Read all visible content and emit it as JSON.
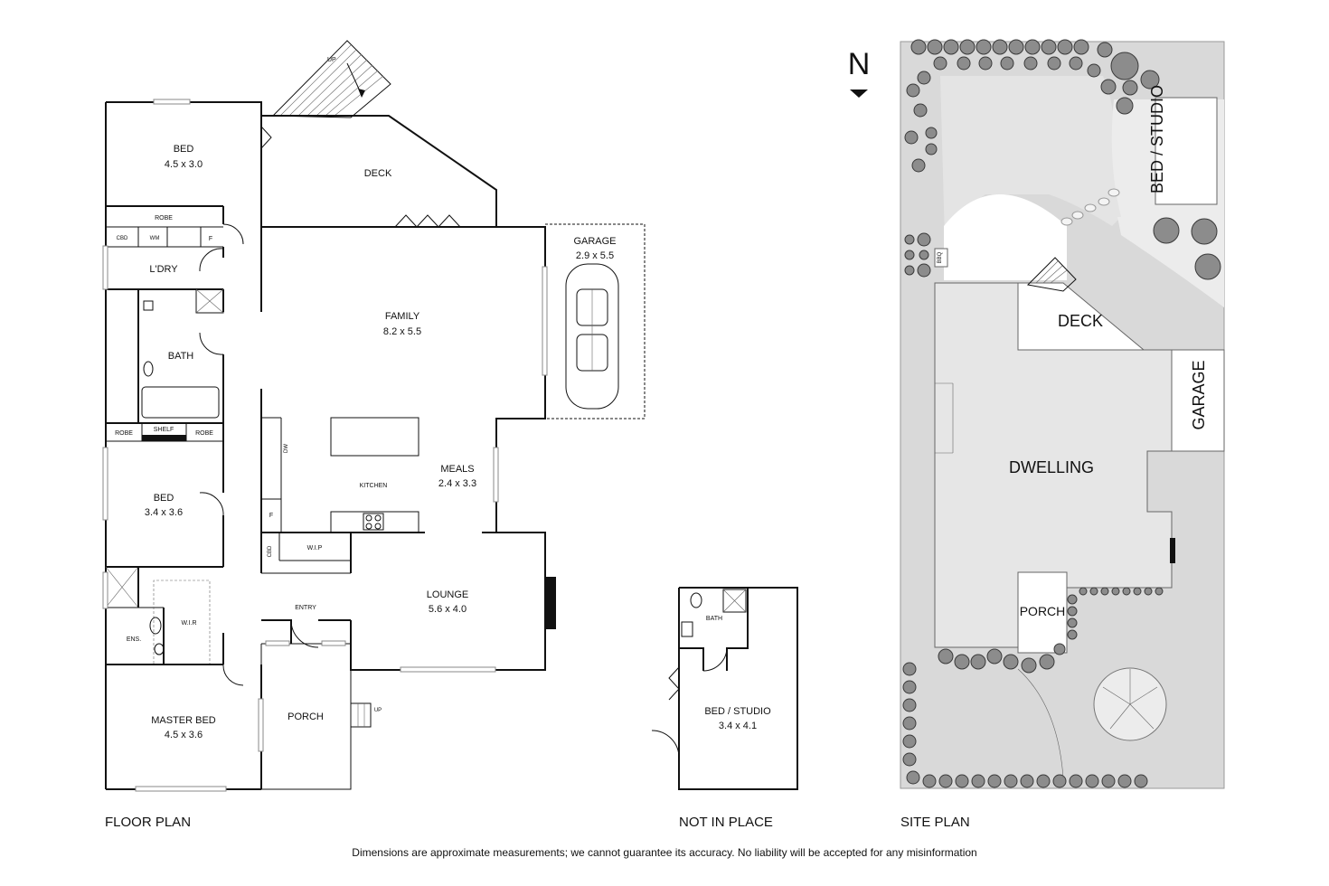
{
  "floor_plan": {
    "caption": "FLOOR PLAN",
    "rooms": {
      "bed1": {
        "name": "BED",
        "size": "4.5 x 3.0"
      },
      "deck": {
        "name": "DECK"
      },
      "robe_top": {
        "name": "ROBE"
      },
      "cbd_laundry": {
        "name": "CBD"
      },
      "wm": {
        "name": "WM"
      },
      "fridge_laundry": {
        "name": "F"
      },
      "laundry": {
        "name": "L'DRY"
      },
      "bath": {
        "name": "BATH"
      },
      "robe_left": {
        "name": "ROBE"
      },
      "shelf": {
        "name": "SHELF"
      },
      "robe_right": {
        "name": "ROBE"
      },
      "bed2": {
        "name": "BED",
        "size": "3.4 x 3.6"
      },
      "family": {
        "name": "FAMILY",
        "size": "8.2 x 5.5"
      },
      "garage": {
        "name": "GARAGE",
        "size": "2.9 x 5.5"
      },
      "dw": {
        "name": "DW"
      },
      "kitchen": {
        "name": "KITCHEN"
      },
      "meals": {
        "name": "MEALS",
        "size": "2.4 x 3.3"
      },
      "fridge_kitchen": {
        "name": "F"
      },
      "cbd_kitchen": {
        "name": "CBD"
      },
      "wip": {
        "name": "W.I.P"
      },
      "lounge": {
        "name": "LOUNGE",
        "size": "5.6 x 4.0"
      },
      "entry": {
        "name": "ENTRY"
      },
      "wir": {
        "name": "W.I.R"
      },
      "ens": {
        "name": "ENS."
      },
      "master_bed": {
        "name": "MASTER BED",
        "size": "4.5 x 3.6"
      },
      "porch": {
        "name": "PORCH"
      }
    },
    "stairs_deck": "UP",
    "stairs_porch": "UP"
  },
  "studio_plan": {
    "caption": "NOT IN PLACE",
    "bath": {
      "name": "BATH"
    },
    "studio": {
      "name": "BED / STUDIO",
      "size": "3.4 x 4.1"
    }
  },
  "site_plan": {
    "caption": "SITE PLAN",
    "north": "N",
    "bed_studio": "BED / STUDIO",
    "deck": "DECK",
    "garage": "GARAGE",
    "dwelling": "DWELLING",
    "porch": "PORCH",
    "bbq": "BBQ"
  },
  "disclaimer": "Dimensions are approximate measurements; we cannot guarantee its accuracy. No liability will be accepted for any misinformation"
}
